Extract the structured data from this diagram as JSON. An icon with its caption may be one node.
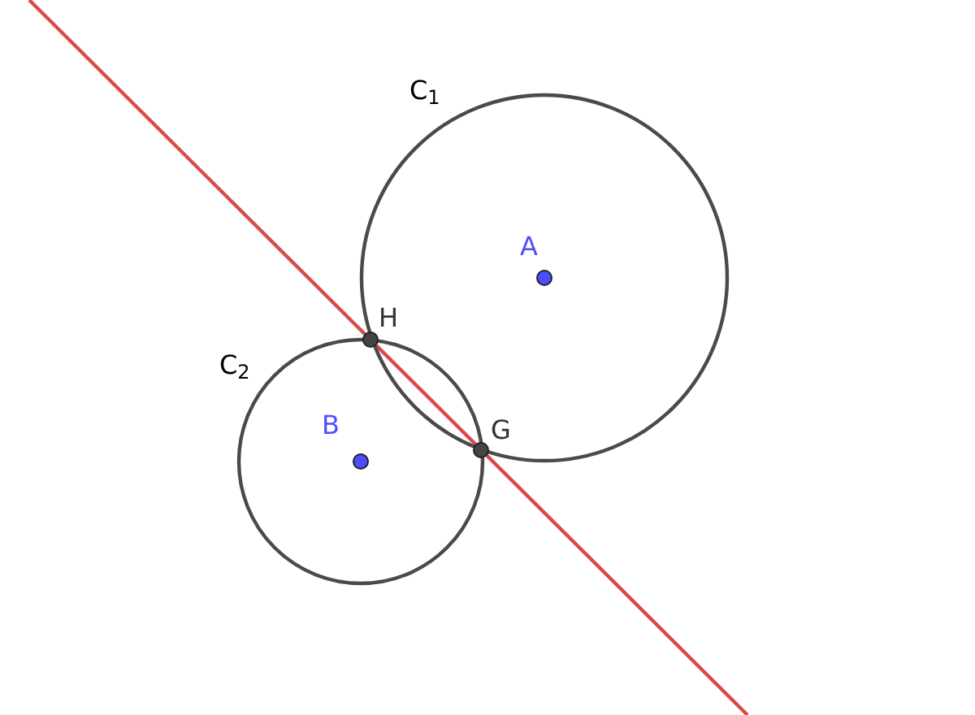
{
  "diagram": {
    "labels": [
      "C$_{1}$",
      "A",
      "H",
      "C$_{2}$",
      "B",
      "G"
    ]
  }
}
